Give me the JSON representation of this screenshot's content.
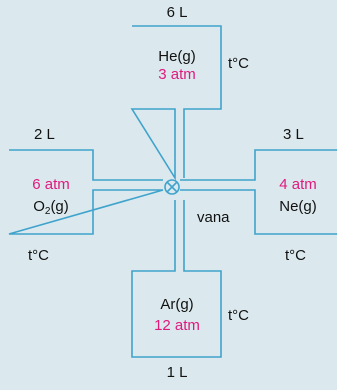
{
  "colors": {
    "background": "#dbe9ee",
    "line": "#3fa3cc",
    "pressure": "#e0197d"
  },
  "top": {
    "volume": "6 L",
    "gas": "He(g)",
    "pressure": "3 atm",
    "temperature": "t°C"
  },
  "left": {
    "volume": "2 L",
    "gas_prefix": "O",
    "gas_sub": "2",
    "gas_suffix": "(g)",
    "pressure": "6 atm",
    "temperature": "t°C"
  },
  "right": {
    "volume": "3 L",
    "gas": "Ne(g)",
    "pressure": "4 atm",
    "temperature": "t°C"
  },
  "bottom": {
    "volume": "1 L",
    "gas": "Ar(g)",
    "pressure": "12 atm",
    "temperature": "t°C"
  },
  "valve": {
    "label": "vana",
    "icon": "valve-icon"
  }
}
